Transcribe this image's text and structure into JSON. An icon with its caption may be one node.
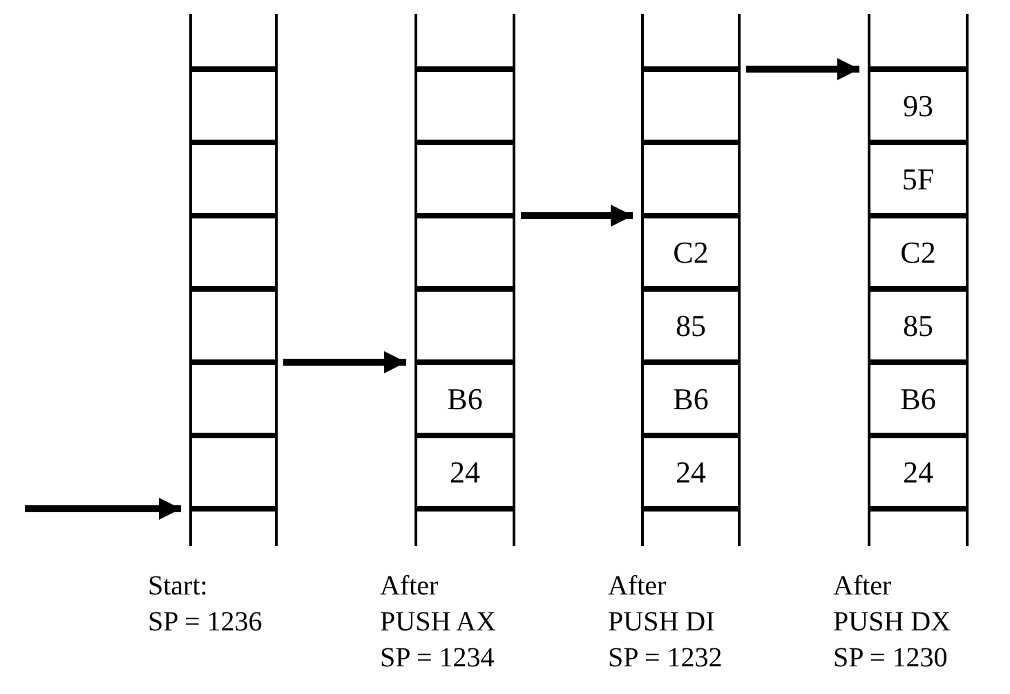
{
  "diagram": {
    "nodes": [
      {
        "text": [],
        "shape": "box",
        "beside": [
          "Start:",
          "SP = 1236"
        ]
      },
      {
        "text": [],
        "shape": "box",
        "in": 0
      },
      {
        "text": [],
        "shape": "box",
        "in": 0
      },
      {
        "text": [],
        "shape": "box",
        "in": 0
      },
      {
        "text": [],
        "shape": "box",
        "in": 0
      },
      {
        "text": [],
        "shape": "box",
        "in": 0
      },
      {
        "text": [],
        "shape": "box",
        "in": 0
      },
      {
        "text": [],
        "shape": "box",
        "beside": [
          "After",
          "PUSH AX",
          "SP = 1234"
        ]
      },
      {
        "text": [],
        "shape": "box",
        "in": 7
      },
      {
        "text": [],
        "shape": "box",
        "in": 7
      },
      {
        "text": [],
        "shape": "box",
        "in": 7
      },
      {
        "text": [],
        "shape": "box",
        "in": 7
      },
      {
        "text": [
          "B6"
        ],
        "in": 7
      },
      {
        "text": [
          "24"
        ],
        "in": 7
      },
      {
        "text": [],
        "shape": "box",
        "beside": [
          "After",
          "PUSH DI",
          "SP = 1232"
        ]
      },
      {
        "text": [],
        "shape": "box",
        "in": 14
      },
      {
        "text": [],
        "shape": "box",
        "in": 14
      },
      {
        "text": [
          "C2"
        ],
        "in": 14
      },
      {
        "text": [
          "85"
        ],
        "in": 14
      },
      {
        "text": [
          "B6"
        ],
        "in": 14
      },
      {
        "text": [
          "24"
        ],
        "in": 14
      },
      {
        "text": [],
        "shape": "box",
        "beside": [
          "After",
          "PUSH DX",
          "SP = 1230"
        ]
      },
      {
        "text": [
          "93"
        ],
        "in": 21
      },
      {
        "text": [
          "5F"
        ],
        "in": 21
      },
      {
        "text": [
          "C2"
        ],
        "in": 21
      },
      {
        "text": [
          "85"
        ],
        "in": 21
      },
      {
        "text": [
          "B6"
        ],
        "in": 21
      },
      {
        "text": [
          "24"
        ],
        "in": 21
      }
    ],
    "edges": [
      {
        "from": null,
        "to": 0,
        "arrow": "to"
      },
      {
        "from": 0,
        "to": 7,
        "arrow": "to"
      },
      {
        "from": 7,
        "to": 14,
        "arrow": "to"
      },
      {
        "from": 14,
        "to": 21,
        "arrow": "to"
      }
    ]
  }
}
